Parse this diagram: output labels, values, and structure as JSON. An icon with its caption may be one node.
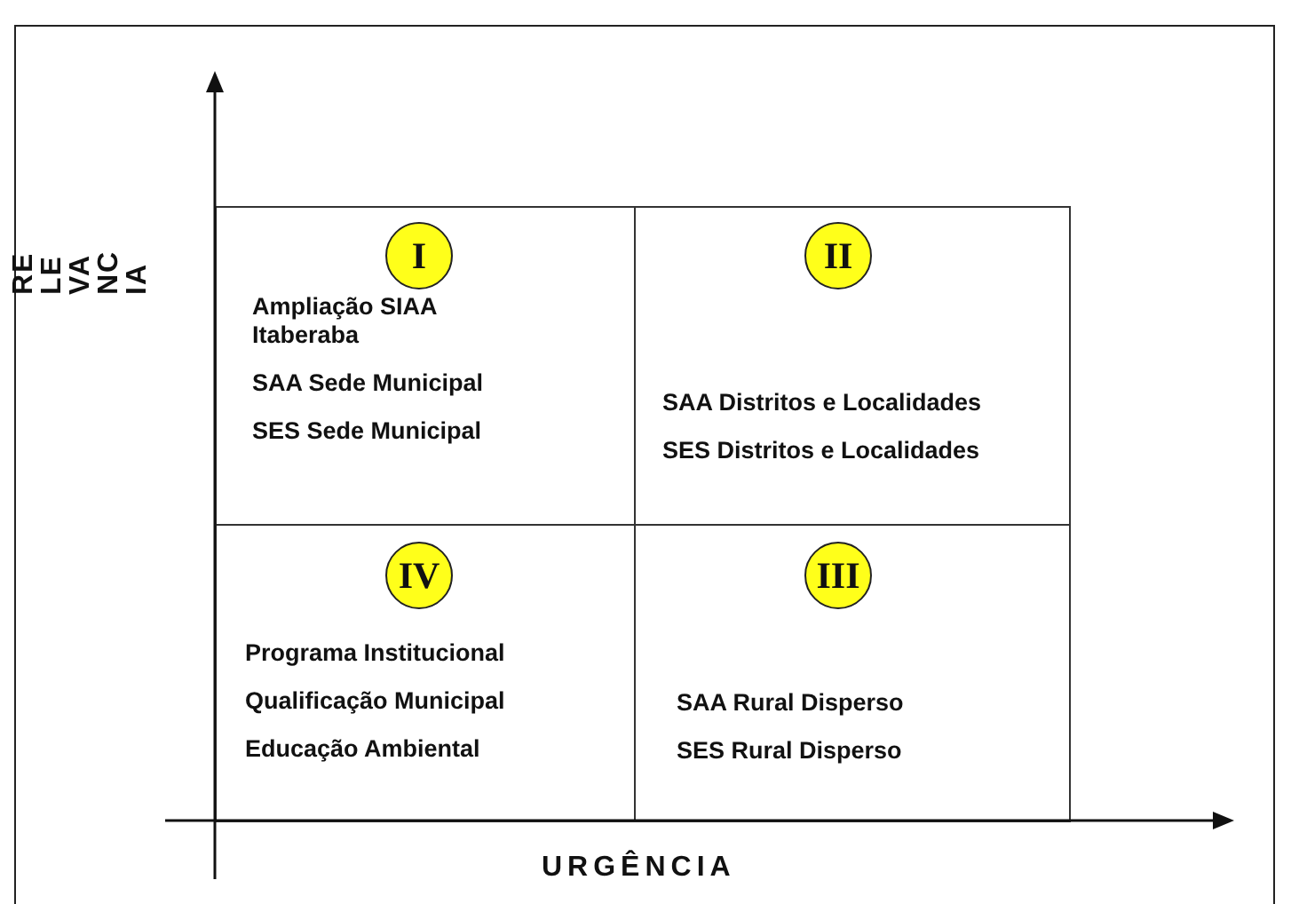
{
  "diagram": {
    "nodes": [
      {
        "text": [
          "Ampliação SIAA Itaberaba",
          "SAA Sede Municipal",
          "SES Sede Municipal"
        ]
      },
      {
        "text": [
          "I"
        ],
        "in": 0
      },
      {
        "text": [
          "SAA Distritos e Localidades",
          "SES Distritos e Localidades"
        ]
      },
      {
        "text": [
          "II"
        ],
        "in": 2
      },
      {
        "text": [
          "Programa Institucional",
          "Qualificação Municipal",
          "Educação Ambiental"
        ]
      },
      {
        "text": [
          "IV"
        ],
        "in": 4
      },
      {
        "text": [
          "SAA Rural Disperso",
          "SES Rural Disperso"
        ]
      },
      {
        "text": [
          "III"
        ],
        "in": 6
      }
    ],
    "labels": [
      "RE LE VA NC IA",
      "URGÊNCIA"
    ]
  }
}
